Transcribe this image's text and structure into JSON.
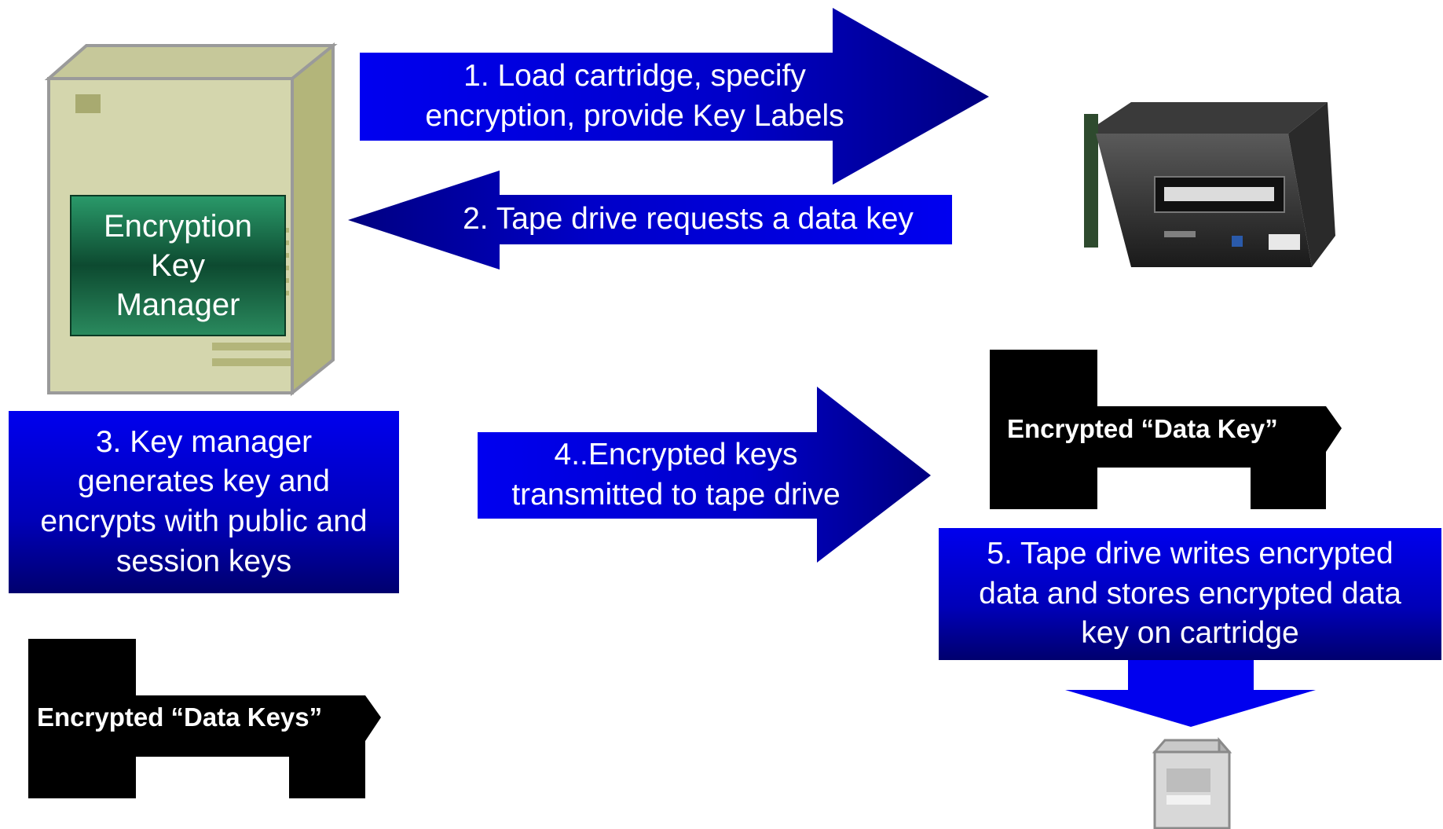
{
  "server": {
    "label_line1": "Encryption",
    "label_line2": "Key",
    "label_line3": "Manager"
  },
  "steps": {
    "step1": {
      "line1": "1. Load cartridge, specify",
      "line2": "encryption, provide Key Labels"
    },
    "step2": {
      "text": "2. Tape drive requests a data key"
    },
    "step3": {
      "line1": "3. Key manager",
      "line2": "generates key and",
      "line3": "encrypts with public and",
      "line4": "session keys"
    },
    "step4": {
      "line1": "4..Encrypted keys",
      "line2": "transmitted to tape drive"
    },
    "step5": {
      "line1": "5. Tape drive writes encrypted",
      "line2": "data and stores encrypted data",
      "line3": "key on cartridge"
    }
  },
  "keys": {
    "manager_key_label": "Encrypted “Data Keys”",
    "drive_key_label": "Encrypted “Data Key”"
  },
  "colors": {
    "arrow_blue": "#0000ee",
    "arrow_dark": "#00007a",
    "server_body": "#d4d6ad",
    "server_side": "#b3b57a",
    "panel_green": "#2a8a5e",
    "key_black": "#000000"
  }
}
